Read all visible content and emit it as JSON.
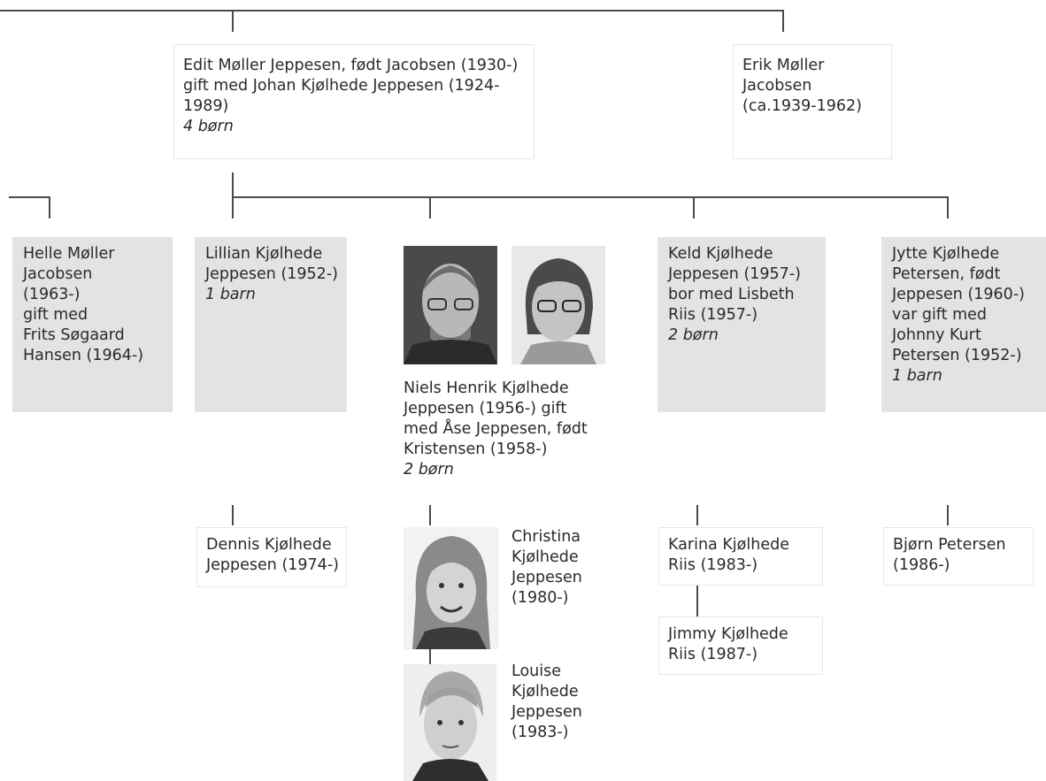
{
  "edit": {
    "line1": "Edit Møller Jeppesen, født Jacobsen (1930-)",
    "line2": "gift med Johan Kjølhede Jeppesen (1924-1989)",
    "children": "4 børn"
  },
  "erik": {
    "line1": "Erik Møller Jacobsen",
    "line2": "(ca.1939-1962)"
  },
  "helle": {
    "lines": [
      "Helle Møller",
      "Jacobsen",
      "(1963-)",
      "gift med",
      "Frits Søgaard",
      "Hansen (1964-)"
    ]
  },
  "lillian": {
    "lines": [
      "Lillian Kjølhede",
      "Jeppesen (1952-)"
    ],
    "children": "1 barn"
  },
  "niels": {
    "lines": [
      "Niels Henrik Kjølhede",
      "Jeppesen (1956-) gift",
      "med Åse Jeppesen, født",
      "Kristensen (1958-)"
    ],
    "children": "2 børn"
  },
  "keld": {
    "lines": [
      "Keld Kjølhede",
      "Jeppesen (1957-)",
      "bor med Lisbeth",
      "Riis (1957-)"
    ],
    "children": "2 børn"
  },
  "jytte": {
    "lines": [
      "Jytte Kjølhede",
      "Petersen, født",
      "Jeppesen (1960-)",
      "var gift med",
      "Johnny Kurt",
      "Petersen (1952-)"
    ],
    "children": "1 barn"
  },
  "dennis": {
    "lines": [
      "Dennis Kjølhede",
      "Jeppesen (1974-)"
    ]
  },
  "christina": {
    "lines": [
      "Christina",
      "Kjølhede",
      "Jeppesen",
      "(1980-)"
    ]
  },
  "louise": {
    "lines": [
      "Louise",
      "Kjølhede",
      "Jeppesen",
      "(1983-)"
    ]
  },
  "karina": {
    "lines": [
      "Karina Kjølhede",
      "Riis (1983-)"
    ]
  },
  "jimmy": {
    "lines": [
      "Jimmy Kjølhede",
      "Riis (1987-)"
    ]
  },
  "bjorn": {
    "lines": [
      "Bjørn Petersen",
      "(1986-)"
    ]
  },
  "photos": [
    "niels-photo",
    "aase-photo",
    "christina-photo",
    "louise-photo"
  ]
}
